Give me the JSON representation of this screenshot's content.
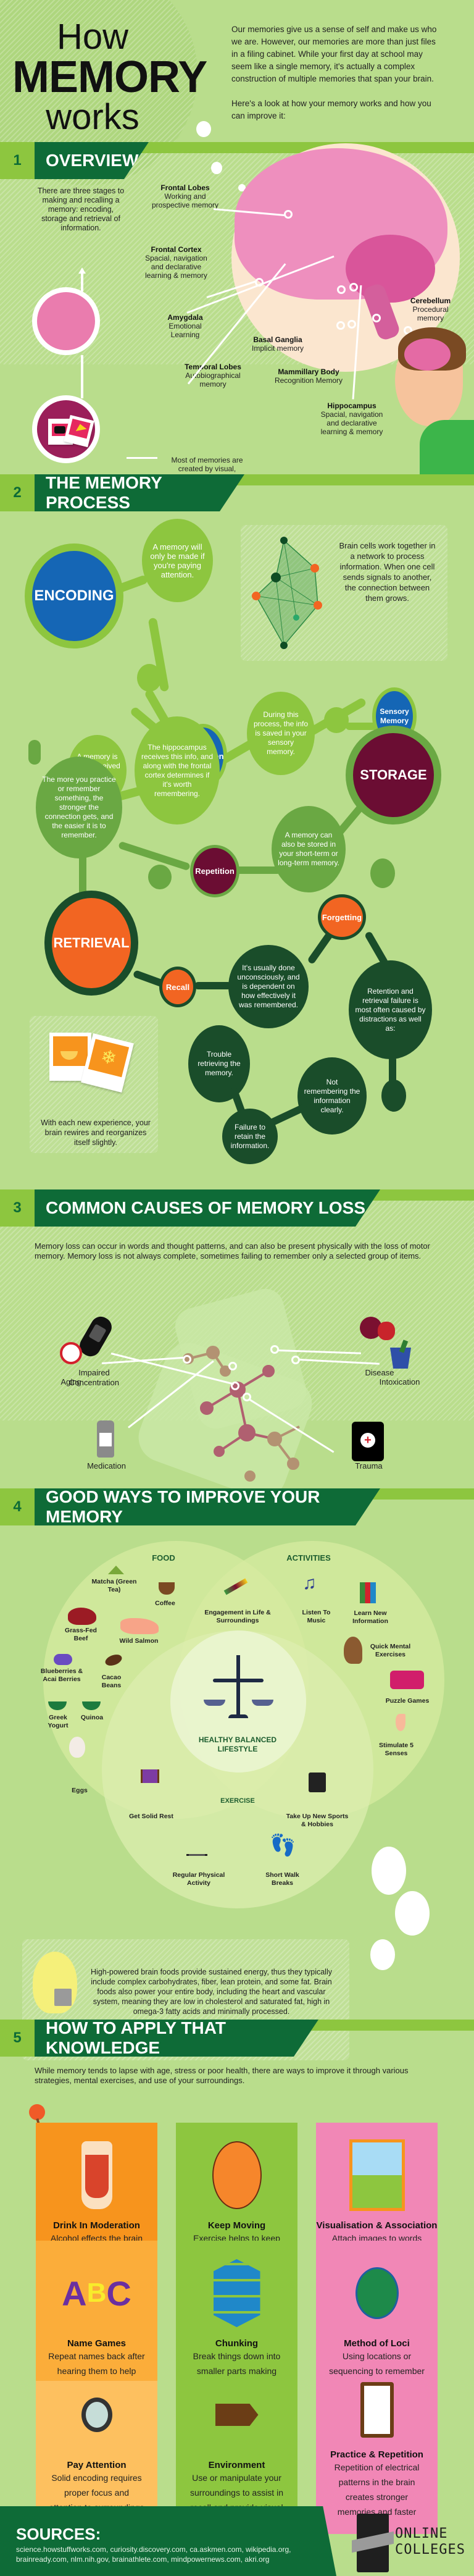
{
  "header": {
    "title_line1": "How",
    "title_line2": "MEMORY",
    "title_line3": "works",
    "intro_p1": "Our memories give us a sense of self and make us who we are. However, our memories are more than just files in a filing cabinet. While your first day at school may seem like a single memory, it's actually a complex construction of multiple memories that span your brain.",
    "intro_p2": "Here's a look at how your memory works and how you can improve it:"
  },
  "sections": {
    "s1": {
      "num": "1",
      "title": "OVERVIEW"
    },
    "s2": {
      "num": "2",
      "title": "THE MEMORY PROCESS"
    },
    "s3": {
      "num": "3",
      "title": "COMMON CAUSES OF MEMORY LOSS"
    },
    "s4": {
      "num": "4",
      "title": "GOOD WAYS TO IMPROVE YOUR MEMORY"
    },
    "s5": {
      "num": "5",
      "title": "HOW TO APPLY THAT KNOWLEDGE"
    }
  },
  "overview": {
    "stages_text": "There are three stages to making and recalling a memory: encoding, storage and retrieval of information.",
    "encoding_text": "Most of memories are created by visual, acoustic and semantic encoding.",
    "regions": [
      {
        "name": "Frontal Lobes",
        "desc": "Working and prospective memory"
      },
      {
        "name": "Frontal Cortex",
        "desc": "Spacial, navigation and declarative learning & memory"
      },
      {
        "name": "Amygdala",
        "desc": "Emotional Learning"
      },
      {
        "name": "Basal Ganglia",
        "desc": "Implicit memory"
      },
      {
        "name": "Temporal Lobes",
        "desc": "Autobiographical memory"
      },
      {
        "name": "Mammillary Body",
        "desc": "Recognition Memory"
      },
      {
        "name": "Hippocampus",
        "desc": "Spacial, navigation and declarative learning & memory"
      },
      {
        "name": "Cerebellum",
        "desc": "Procedural memory"
      }
    ]
  },
  "process": {
    "encoding": "ENCODING",
    "storage": "STORAGE",
    "retrieval": "RETRIEVAL",
    "perception": "Perception",
    "sensory_memory": "Sensory Memory",
    "repetition": "Repetition",
    "recall": "Recall",
    "forgetting": "Forgetting",
    "attention_text": "A memory will only be made if you're paying attention.",
    "perceived_text": "A memory is first perceived by the senses.",
    "hippocampus_text": "The hippocampus receives this info, and along with the frontal cortex determines if it's worth remembering.",
    "sensory_text": "During this process, the info is saved in your sensory memory.",
    "practice_text": "The more you practice or remember something, the stronger the connection gets, and the easier it is to remember.",
    "stored_text": "A memory can also be stored in your short-term or long-term memory.",
    "recall_text": "It's usually done unconsciously, and is dependent on how effectively it was remembered.",
    "retention_text": "Retention and retrieval failure is most often caused by distractions as well as:",
    "trouble_text": "Trouble retrieving the memory.",
    "not_remembering_text": "Not remembering the information clearly.",
    "failure_text": "Failure to retain the information.",
    "network_text": "Brain cells work together in a network to process information. When one cell sends signals to another, the connection between them grows.",
    "experience_text": "With each new experience, your brain rewires and reorganizes itself slightly."
  },
  "causes": {
    "intro": "Memory loss can occur in words and thought patterns, and can also be present physically with the loss of motor memory. Memory loss is not always complete, sometimes failing to remember only a selected group of items.",
    "items": [
      "Impaired Concentration",
      "Disease",
      "Aging",
      "Intoxication",
      "Medication",
      "Trauma"
    ]
  },
  "improve": {
    "food_label": "FOOD",
    "activities_label": "ACTIVITIES",
    "exercise_label": "EXERCISE",
    "core_label": "HEALTHY BALANCED LIFESTYLE",
    "food": [
      "Matcha (Green Tea)",
      "Coffee",
      "Grass-Fed Beef",
      "Wild Salmon",
      "Blueberries & Acai Berries",
      "Cacao Beans",
      "Greek Yogurt",
      "Quinoa",
      "Eggs"
    ],
    "activities": [
      "Listen To Music",
      "Learn New Information",
      "Quick Mental Exercises",
      "Puzzle Games",
      "Stimulate 5 Senses"
    ],
    "exercise": [
      "Regular Physical Activity",
      "Short Walk Breaks"
    ],
    "overlaps": [
      "Engagement in Life & Surroundings",
      "Get Solid Rest",
      "Take Up New Sports & Hobbies"
    ],
    "tip": "High-powered brain foods provide sustained energy, thus they typically include complex carbohydrates, fiber, lean protein, and some fat. Brain foods also power your entire body, including the heart and vascular system, meaning they are low in cholesterol and saturated fat, high in omega-3 fatty acids and minimally processed."
  },
  "apply": {
    "intro": "While memory tends to lapse with age, stress or poor health, there are ways to improve it through various strategies, mental exercises, and use of your surroundings.",
    "cards": [
      {
        "title": "Drink In Moderation",
        "desc": "Alcohol effects the brain cells and their ability to function"
      },
      {
        "title": "Keep Moving",
        "desc": "Exercise helps to keep the brain and body healthy"
      },
      {
        "title": "Visualisation & Association",
        "desc": "Attach images to words to assist in recall by linking to things already familiar"
      },
      {
        "title": "Name Games",
        "desc": "Repeat names back after hearing them to help long-term recall"
      },
      {
        "title": "Chunking",
        "desc": "Break things down into smaller parts making them easier to remember"
      },
      {
        "title": "Method of Loci",
        "desc": "Using locations or sequencing to remember things"
      },
      {
        "title": "Pay Attention",
        "desc": "Solid encoding requires proper focus and attention to surroundings and actions."
      },
      {
        "title": "Environment",
        "desc": "Use or manipulate your surroundings to assist in recall and provide visual stimulation and cues."
      },
      {
        "title": "Practice & Repetition",
        "desc": "Repetition of electrical patterns in the brain creates stronger memories and faster recall."
      }
    ]
  },
  "footer": {
    "sources_title": "SOURCES:",
    "sources": "science.howstuffworks.com, curiosity.discovery.com, ca.askmen.com, wikipedia.org, brainready.com, nlm.nih.gov, brainathlete.com, mindpowernews.com, akri.org",
    "logo_line1": "ONLINE",
    "logo_line2": "COLLEGES"
  },
  "colors": {
    "background": "#b9dd8c",
    "section_dark": "#0e6b37",
    "section_light": "#8dc63f",
    "encoding_blue": "#1566b5",
    "storage_maroon": "#6b0d33",
    "retrieval_orange": "#f26522"
  }
}
